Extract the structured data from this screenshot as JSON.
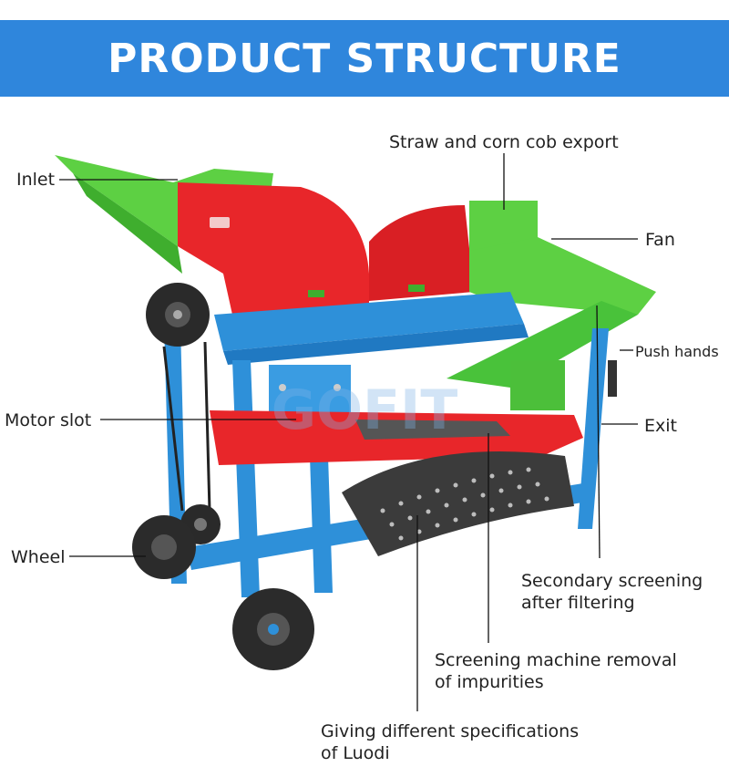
{
  "banner": {
    "title": "PRODUCT STRUCTURE",
    "color": "#2f86dc"
  },
  "watermark": "GOFIT",
  "colors": {
    "frame": "#2e90d9",
    "hood": "#e8262a",
    "chute": "#5dd043",
    "wheel": "#222222"
  },
  "labels": {
    "inlet": "Inlet",
    "straw_export": "Straw and corn cob export",
    "fan": "Fan",
    "push_hands": "Push hands",
    "motor_slot": "Motor slot",
    "exit": "Exit",
    "wheel": "Wheel",
    "secondary_line1": "Secondary screening",
    "secondary_line2": "after filtering",
    "screening_line1": "Screening machine removal",
    "screening_line2": "of impurities",
    "giving_line1": "Giving different specifications",
    "giving_line2": "of Luodi"
  }
}
